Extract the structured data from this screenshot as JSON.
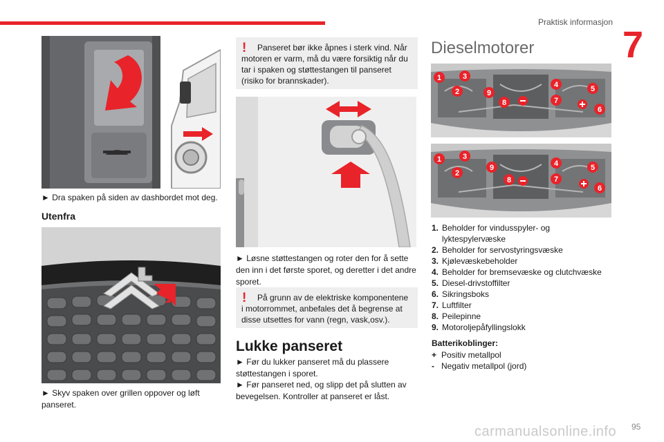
{
  "header": {
    "section": "Praktisk informasjon",
    "chapter": "7"
  },
  "col1": {
    "cap1": "► Dra spaken på siden av dashbordet mot deg.",
    "heading": "Utenfra",
    "cap2": "► Skyv spaken over grillen oppover og løft panseret."
  },
  "col2": {
    "warn1": "Panseret bør ikke åpnes i sterk vind. Når motoren er varm, må du være forsiktig når du tar i spaken og støttestangen til panseret (risiko for brannskader).",
    "cap3": "► Løsne støttestangen og roter den for å sette den inn i det første sporet, og deretter i det andre sporet.",
    "warn2": "På grunn av de elektriske komponentene i motorrommet, anbefales det å begrense at disse utsettes for vann (regn, vask,osv.).",
    "heading": "Lukke panseret",
    "p1": "► Før du lukker panseret må du plassere støttestangen i sporet.",
    "p2": "► Før panseret ned, og slipp det på slutten av bevegelsen. Kontroller at panseret er låst."
  },
  "col3": {
    "heading": "Dieselmotorer",
    "labels": [
      "1",
      "2",
      "3",
      "4",
      "5",
      "6",
      "7",
      "8",
      "9"
    ],
    "items": [
      {
        "n": "1.",
        "t": "Beholder for vindusspyler- og lyktespylervæske"
      },
      {
        "n": "2.",
        "t": "Beholder for servostyringsvæske"
      },
      {
        "n": "3.",
        "t": "Kjølevæskebeholder"
      },
      {
        "n": "4.",
        "t": "Beholder for bremsevæske og clutchvæske"
      },
      {
        "n": "5.",
        "t": "Diesel-drivstoffilter"
      },
      {
        "n": "6.",
        "t": "Sikringsboks"
      },
      {
        "n": "7.",
        "t": "Luftfilter"
      },
      {
        "n": "8.",
        "t": "Peilepinne"
      },
      {
        "n": "9.",
        "t": "Motoroljepåfyllingslokk"
      }
    ],
    "batt_head": "Batterikoblinger:",
    "batt": [
      {
        "s": "+",
        "t": "Positiv metallpol"
      },
      {
        "s": "-",
        "t": "Negativ metallpol (jord)"
      }
    ]
  },
  "footer": {
    "page": "95",
    "watermark": "carmanualsonline.info"
  }
}
